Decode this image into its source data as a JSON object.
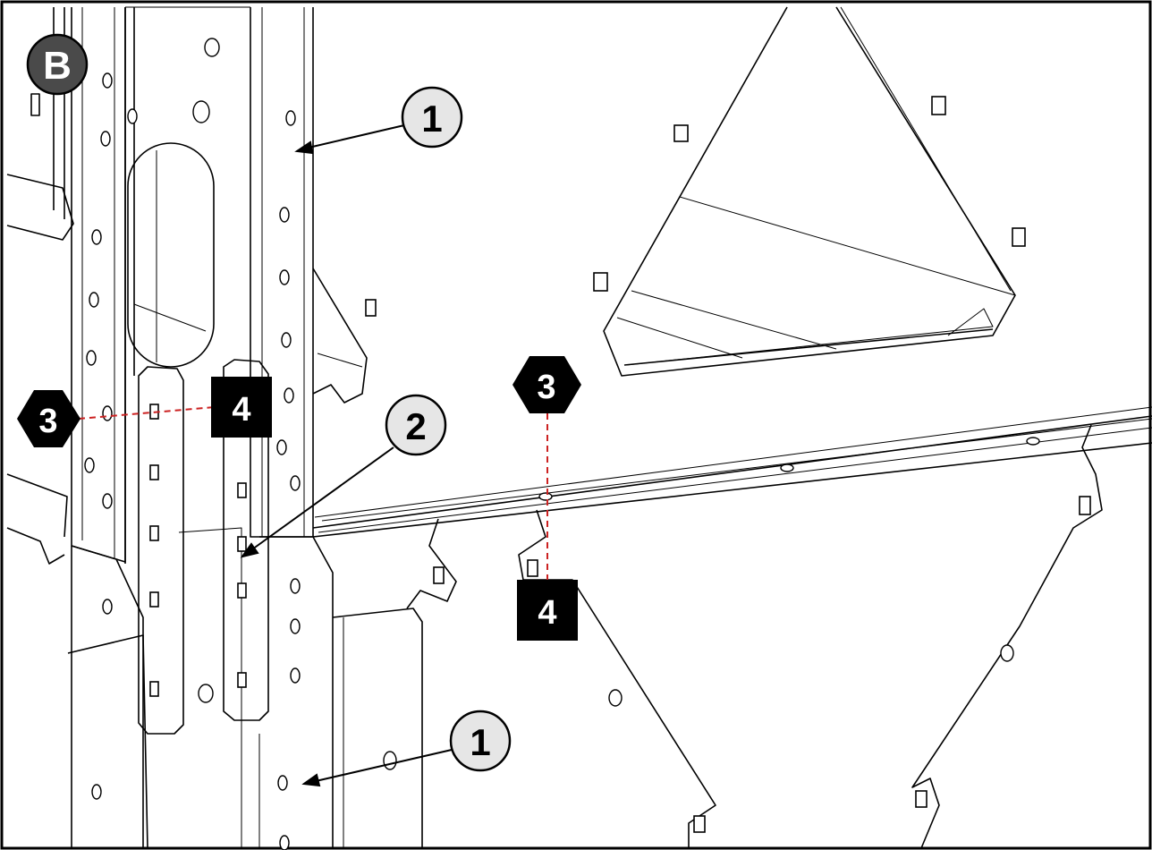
{
  "step_badge": {
    "label": "B",
    "fill": "#4a4a4a",
    "text_color": "#ffffff"
  },
  "callouts": {
    "part1_top": "1",
    "part2": "2",
    "part1_bottom": "1"
  },
  "fastener_markers": {
    "left_bolt": "3",
    "left_nut": "4",
    "right_bolt": "3",
    "right_nut": "4"
  },
  "marker_shapes": {
    "bolt": "hexagon",
    "nut": "square"
  },
  "colors": {
    "line_art": "#000000",
    "alignment_dash": "#cc2222",
    "callout_fill": "#e6e6e6",
    "marker_fill": "#000000",
    "marker_text": "#ffffff"
  }
}
